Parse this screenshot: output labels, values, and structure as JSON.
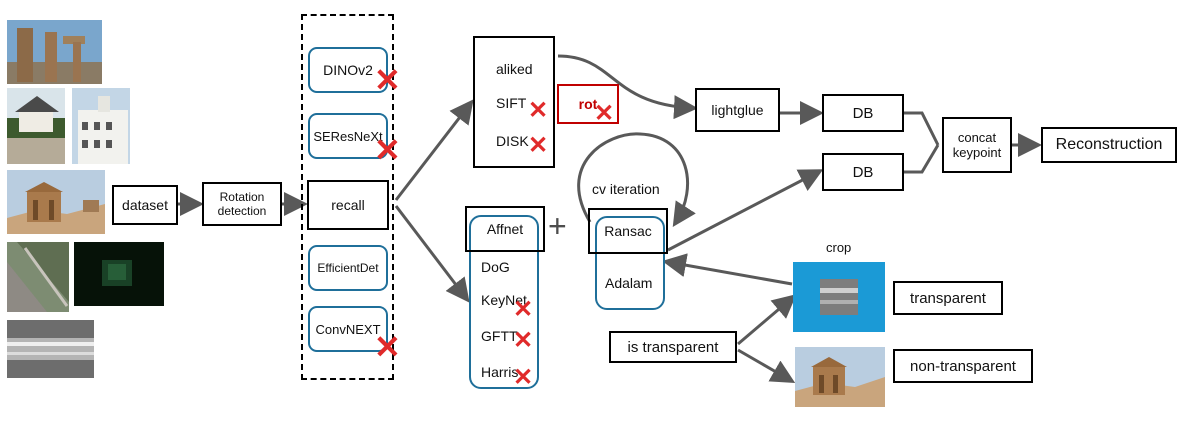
{
  "nodes": {
    "dataset": "dataset",
    "rotation_detection": "Rotation detection",
    "recall": "recall",
    "aliked": "aliked",
    "sift": "SIFT",
    "disk": "DISK",
    "rot": "rot",
    "lightglue": "lightglue",
    "db_top": "DB",
    "db_bottom": "DB",
    "concat_keypoint": "concat keypoint",
    "reconstruction": "Reconstruction",
    "cv_iteration": "cv iteration",
    "ransac": "Ransac",
    "adalam": "Adalam",
    "crop": "crop",
    "transparent": "transparent",
    "non_transparent": "non-transparent",
    "is_transparent": "is transparent",
    "plus": "+"
  },
  "recall_models": [
    "DINOv2",
    "SEResNeXt",
    "EfficientDet",
    "ConvNEXT"
  ],
  "detectors": [
    "Affnet",
    "DoG",
    "KeyNet",
    "GFTT",
    "Harris"
  ],
  "rejected": [
    "DINOv2",
    "SEResNeXt",
    "ConvNEXT",
    "SIFT",
    "DISK",
    "rot",
    "KeyNet",
    "GFTT",
    "Harris"
  ],
  "colors": {
    "arrow": "#595959",
    "rounded_border": "#1f6f9a",
    "reject_mark": "#e02a2a",
    "rot_border": "#c00000",
    "crop_background": "#1b9ad6"
  },
  "icons": {
    "reject": "red-x-icon"
  }
}
